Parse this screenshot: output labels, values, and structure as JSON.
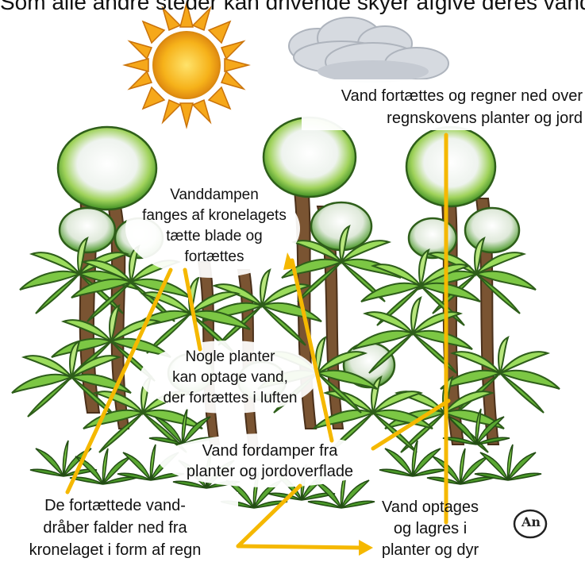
{
  "top_caption": "Som alle andre steder kan drivende skyer afgive deres vand",
  "labels": {
    "rain_over": "Vand fortættes og regner ned over\nregnskovens planter og jord",
    "vapour_captured": "Vanddampen\nfanges af kronelagets\ntætte blade og\nfortættes",
    "plants_absorb": "Nogle planter\nkan optage vand,\nder fortættes i luften",
    "evaporation": "Vand fordamper fra\nplanter og jordoverflade",
    "droplets_fall": "De fortættede vand-\ndråber falder ned fra\nkronelaget i form af regn",
    "stored": "Vand optages\nog lagres i\nplanter og dyr"
  },
  "signature": "An",
  "colors": {
    "arrow": "#F5B800",
    "leaf_dark": "#2E7D1E",
    "leaf_light": "#8DD14A",
    "trunk": "#6B4A2B",
    "sun": "#F6B21A",
    "cloud": "#D4D8DE"
  },
  "icons": [
    "sun-icon",
    "cloud-icon",
    "rainforest-illustration",
    "signature-logo"
  ]
}
